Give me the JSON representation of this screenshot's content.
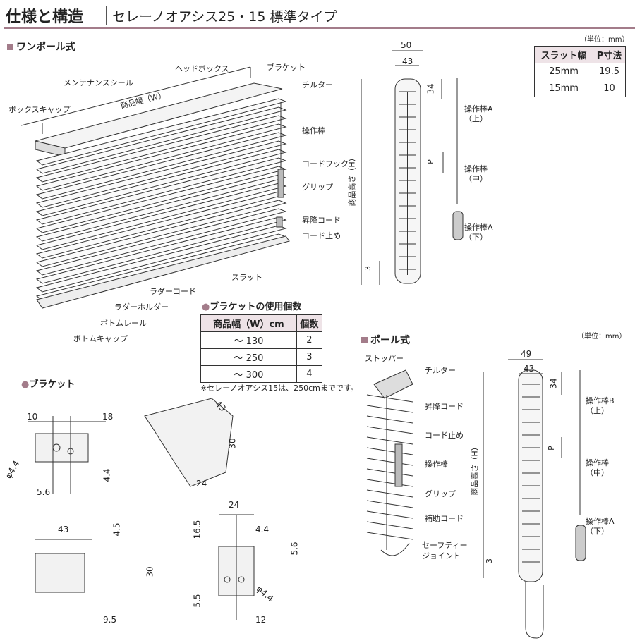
{
  "header": {
    "title": "仕様と構造",
    "subtitle": "セレーノオアシス25・15 標準タイプ"
  },
  "one_pole": {
    "heading": "ワンポール式",
    "labels": {
      "head_box": "ヘッドボックス",
      "maintenance_seal": "メンテナンスシール",
      "bracket": "ブラケット",
      "width": "商品幅（W）",
      "box_cap": "ボックスキャップ",
      "tilter": "チルター",
      "rod": "操作棒",
      "cord_hook": "コードフック",
      "grip": "グリップ",
      "lift_cord": "昇降コード",
      "cord_stopper": "コード止め",
      "slat": "スラット",
      "ladder_cord": "ラダーコード",
      "ladder_holder": "ラダーホルダー",
      "bottom_rail": "ボトムレール",
      "bottom_cap": "ボトムキャップ"
    }
  },
  "side_view_1": {
    "dims": {
      "outer": "50",
      "inner": "43",
      "top": "34",
      "p": "P",
      "bottom": "3",
      "height": "商品高さ（H）"
    },
    "rods": [
      "操作棒A（上）",
      "操作棒（中）",
      "操作棒A（下）"
    ]
  },
  "slat_table": {
    "unit": "（単位：mm）",
    "headers": [
      "スラット幅",
      "P寸法"
    ],
    "rows": [
      [
        "25mm",
        "19.5"
      ],
      [
        "15mm",
        "10"
      ]
    ]
  },
  "bracket_count": {
    "heading": "ブラケットの使用個数",
    "headers": [
      "商品幅（W）cm",
      "個数"
    ],
    "rows": [
      [
        "～ 130",
        "2"
      ],
      [
        "～ 250",
        "3"
      ],
      [
        "～ 300",
        "4"
      ]
    ],
    "note": "※セレーノオアシス15は、250cmまでです。"
  },
  "bracket": {
    "heading": "ブラケット",
    "dims": {
      "d10": "10",
      "d18": "18",
      "phi1": "φ4.4",
      "d4_4a": "4.4",
      "d5_6a": "5.6",
      "d43a": "43",
      "d30a": "30",
      "d24a": "24",
      "d43b": "43",
      "d4_5": "4.5",
      "d30b": "30",
      "d9_5": "9.5",
      "d24b": "24",
      "d16_5": "16.5",
      "d4_4b": "4.4",
      "d5_6b": "5.6",
      "d5_5": "5.5",
      "phi2": "φ4.4",
      "d12": "12"
    }
  },
  "pole": {
    "heading": "ポール式",
    "labels": {
      "stopper": "ストッパー",
      "tilter": "チルター",
      "lift_cord": "昇降コード",
      "cord_stopper": "コード止め",
      "rod": "操作棒",
      "grip": "グリップ",
      "aux_cord": "補助コード",
      "safety_joint": "セーフティー ジョイント"
    },
    "unit": "（単位：mm）",
    "dims": {
      "outer": "49",
      "inner": "43",
      "top": "34",
      "p": "P",
      "bottom": "3",
      "height": "商品高さ（H）"
    },
    "rods": [
      "操作棒B（上）",
      "操作棒（中）",
      "操作棒A（下）"
    ]
  }
}
